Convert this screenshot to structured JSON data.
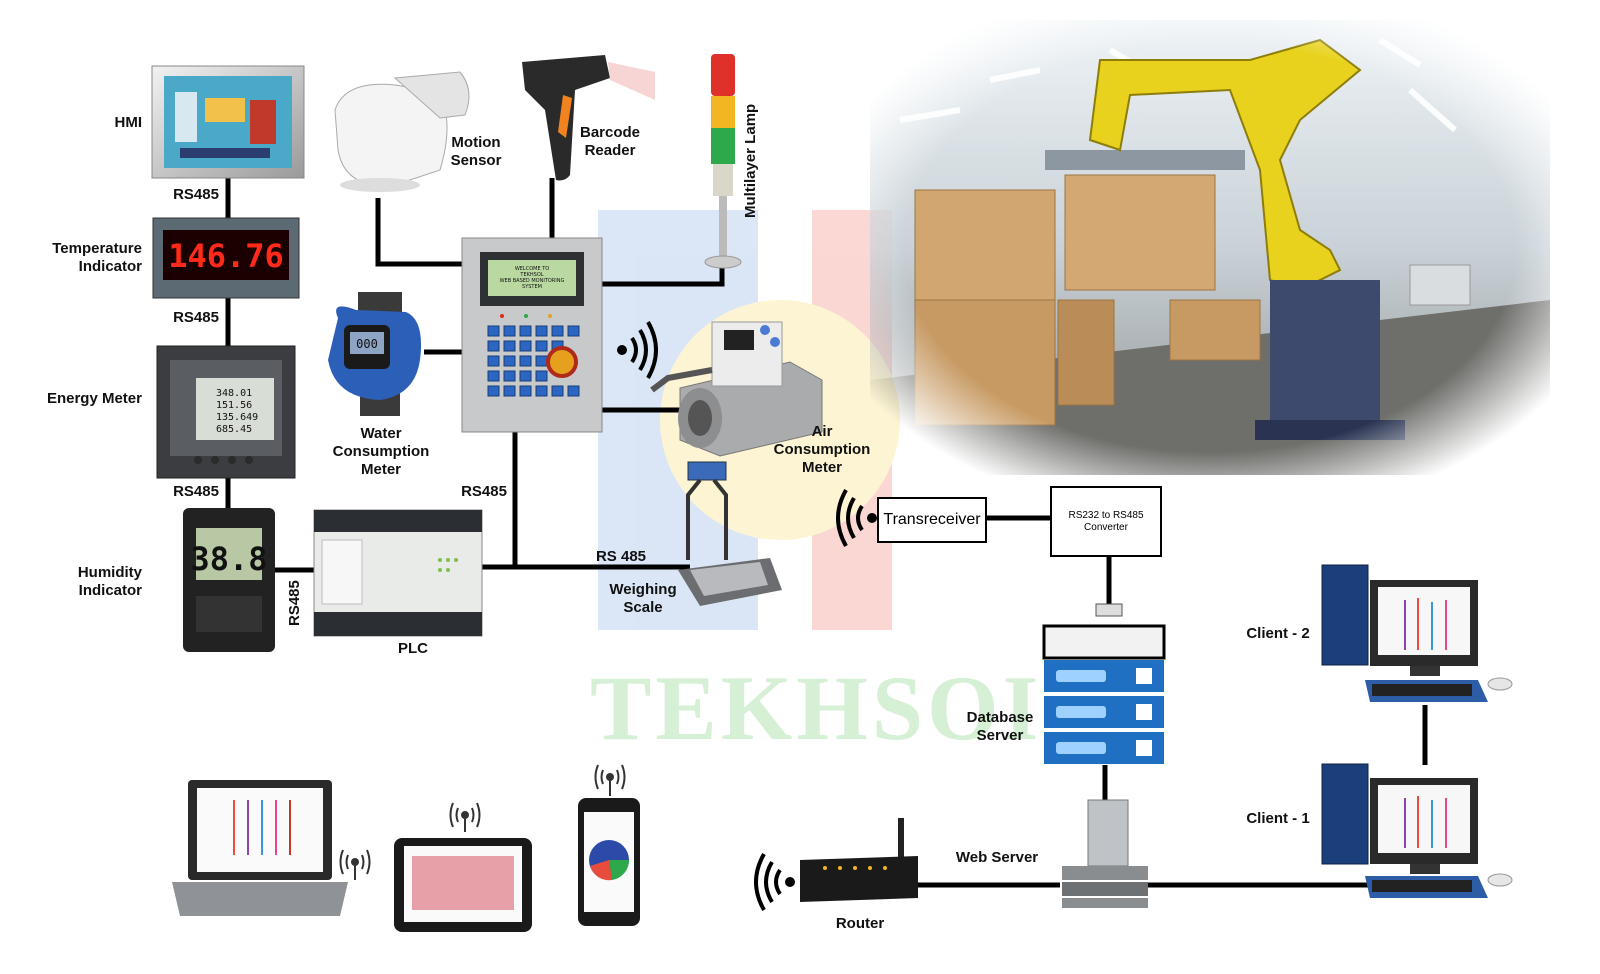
{
  "watermark": "TEKHSOI",
  "devices": {
    "hmi": "HMI",
    "temperature_indicator": [
      "Temperature",
      "Indicator"
    ],
    "energy_meter": "Energy Meter",
    "humidity_indicator": [
      "Humidity",
      "Indicator"
    ],
    "motion_sensor": [
      "Motion",
      "Sensor"
    ],
    "barcode_reader": [
      "Barcode",
      "Reader"
    ],
    "multilayer_lamp": "Multilayer Lamp",
    "water_meter": [
      "Water",
      "Consumption",
      "Meter"
    ],
    "air_meter": [
      "Air",
      "Consumption",
      "Meter"
    ],
    "weighing_scale": [
      "Weighing",
      "Scale"
    ],
    "plc": "PLC",
    "transreceiver": "Transreceiver",
    "converter": [
      "RS232 to RS485",
      "Converter"
    ],
    "database_server": [
      "Database",
      "Server"
    ],
    "web_server": "Web Server",
    "router": "Router",
    "client_2": "Client - 2",
    "client_1": "Client - 1"
  },
  "bus_labels": {
    "rs485_hmi": "RS485",
    "rs485_temp": "RS485",
    "rs485_energy": "RS485",
    "rs485_plc_vertical": "RS485",
    "rs485_controller": "RS485",
    "rs_485_bus": "RS 485"
  },
  "displays": {
    "temperature_value": "146.76",
    "humidity_value": "38.8",
    "energy_readings": [
      "348.01",
      "151.56",
      "135.649",
      "685.45"
    ],
    "water_meter_value": "000",
    "controller_screen": [
      "WELCOME TO",
      "TEKHSOL",
      "WEB BASED MONITORING",
      "SYSTEM"
    ]
  },
  "colors": {
    "line": "#000000",
    "hmi_screen": "#4aa9c9",
    "led_red": "#ff2a1a",
    "lcd_green": "#b9d9a0",
    "server_blue": "#1f6fc2",
    "robot_yellow": "#e8d21e",
    "box_brown": "#c79a63",
    "watermark_green": "#c8ecc8"
  }
}
